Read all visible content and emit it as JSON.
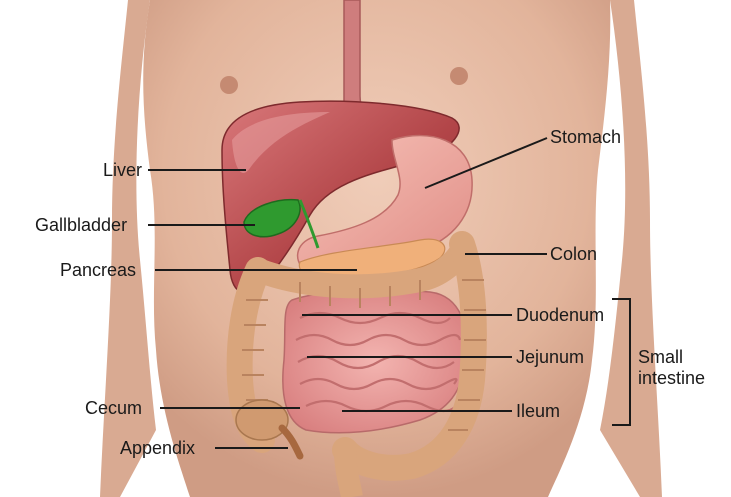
{
  "diagram": {
    "labels": {
      "liver": "Liver",
      "gallbladder": "Gallbladder",
      "pancreas": "Pancreas",
      "cecum": "Cecum",
      "appendix": "Appendix",
      "stomach": "Stomach",
      "colon": "Colon",
      "duodenum": "Duodenum",
      "jejunum": "Jejunum",
      "ileum": "Ileum",
      "small_intestine_line1": "Small",
      "small_intestine_line2": "intestine"
    },
    "colors": {
      "background": "#ffffff",
      "skin": "#e6bfa9",
      "skin_shadow": "#d2a28a",
      "liver": "#b84a4e",
      "liver_dark": "#8e2f33",
      "stomach": "#eca39b",
      "gallbladder": "#2f9a2f",
      "pancreas": "#f0b07a",
      "colon": "#d9a57c",
      "colon_dark": "#b9835f",
      "small_intestine": "#e79a9a",
      "small_intestine_dark": "#c97474",
      "leader_line": "#1a1a1a"
    }
  }
}
